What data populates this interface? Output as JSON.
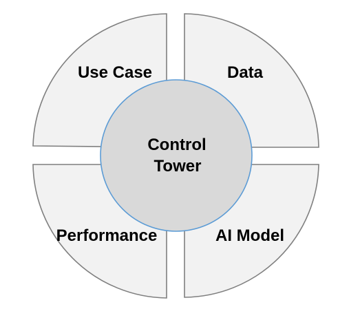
{
  "diagram": {
    "quadrants": {
      "top_left": "Use Case",
      "top_right": "Data",
      "bottom_left": "Performance",
      "bottom_right": "AI Model"
    },
    "center": {
      "line1": "Control",
      "line2": "Tower"
    },
    "colors": {
      "quadrant_fill": "#f2f2f2",
      "quadrant_stroke": "#7f7f7f",
      "center_fill": "#d9d9d9",
      "center_stroke": "#5b9bd5",
      "text": "#000000"
    }
  }
}
